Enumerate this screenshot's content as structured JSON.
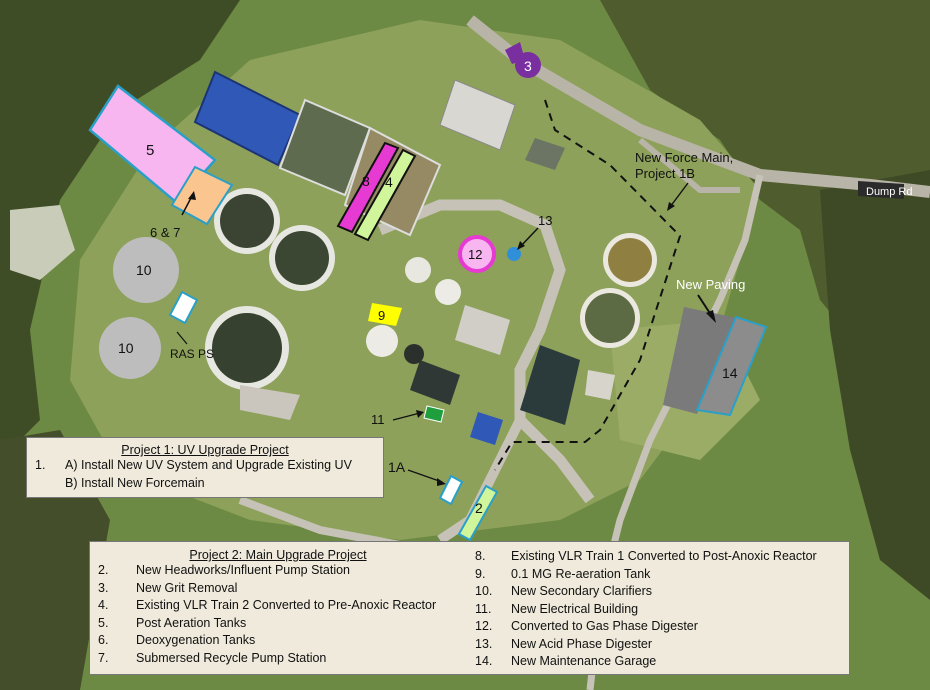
{
  "map": {
    "road_label": "Dump Rd",
    "annotations": {
      "force_main": "New Force Main,\nProject 1B",
      "new_paving": "New Paving",
      "ras_ps": "RAS PS",
      "six_seven": "6 & 7",
      "one_a": "1A"
    },
    "markers": {
      "m2": "2",
      "m3": "3",
      "m4": "4",
      "m5": "5",
      "m8": "8",
      "m9": "9",
      "m10a": "10",
      "m10b": "10",
      "m11": "11",
      "m12": "12",
      "m13": "13",
      "m14": "14"
    },
    "colors": {
      "pink": "#f7b6ef",
      "peach": "#fac58f",
      "magenta": "#e63ad2",
      "lightgreen": "#d1f59b",
      "yellow": "#ffff00",
      "purple": "#7a2fa0",
      "gray": "#bdbdbd",
      "blue": "#2f8fd8",
      "green": "#1e9e3c",
      "outline": "#2aa0c8"
    }
  },
  "project1": {
    "title": "Project 1: UV Upgrade Project",
    "items": [
      {
        "num": "1.",
        "text": "A) Install New UV System and Upgrade Existing UV"
      },
      {
        "num": "",
        "text": "B) Install New Forcemain"
      }
    ]
  },
  "project2": {
    "title": "Project 2: Main Upgrade Project",
    "left": [
      {
        "num": "2.",
        "text": "New Headworks/Influent Pump Station"
      },
      {
        "num": "3.",
        "text": "New Grit Removal"
      },
      {
        "num": "4.",
        "text": "Existing VLR Train 2 Converted to Pre-Anoxic Reactor"
      },
      {
        "num": "5.",
        "text": "Post Aeration Tanks"
      },
      {
        "num": "6.",
        "text": "Deoxygenation Tanks"
      },
      {
        "num": "7.",
        "text": "Submersed Recycle Pump Station"
      }
    ],
    "right": [
      {
        "num": "8.",
        "text": "Existing VLR Train 1 Converted to Post-Anoxic Reactor"
      },
      {
        "num": "9.",
        "text": "0.1 MG Re-aeration Tank"
      },
      {
        "num": "10.",
        "text": "New Secondary Clarifiers"
      },
      {
        "num": "11.",
        "text": "New Electrical Building"
      },
      {
        "num": "12.",
        "text": "Converted to Gas Phase Digester"
      },
      {
        "num": "13.",
        "text": "New Acid Phase Digester"
      },
      {
        "num": "14.",
        "text": "New Maintenance Garage"
      }
    ]
  }
}
